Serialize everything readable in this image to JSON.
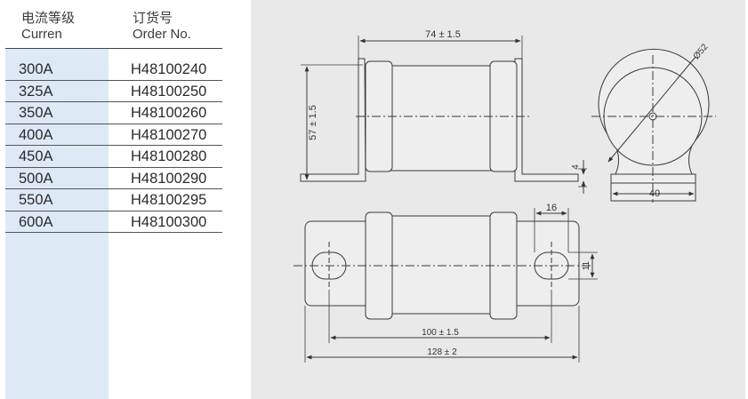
{
  "table": {
    "header_current_cn": "电流等级",
    "header_current_en": "Curren",
    "header_order_cn": "订货号",
    "header_order_en": "Order No.",
    "rows": [
      {
        "current": "300A",
        "order": "H48100240"
      },
      {
        "current": "325A",
        "order": "H48100250"
      },
      {
        "current": "350A",
        "order": "H48100260"
      },
      {
        "current": "400A",
        "order": "H48100270"
      },
      {
        "current": "450A",
        "order": "H48100280"
      },
      {
        "current": "500A",
        "order": "H48100290"
      },
      {
        "current": "550A",
        "order": "H48100295"
      },
      {
        "current": "600A",
        "order": "H48100300"
      }
    ]
  },
  "drawing": {
    "dim_body_length": "74 ± 1.5",
    "dim_height": "57 ± 1.5",
    "dim_tab_thickness": "4",
    "dim_diameter": "Ø52",
    "dim_base_width": "40",
    "dim_slot_length": "16",
    "dim_slot_width": "11",
    "dim_hole_spacing": "100 ± 1.5",
    "dim_total_length": "128 ± 2",
    "colors": {
      "body_fill": "#efeeee",
      "line": "#3a3a3a",
      "panel_bg": "#e9e9ea",
      "column_bg": "#dde9f5"
    }
  }
}
